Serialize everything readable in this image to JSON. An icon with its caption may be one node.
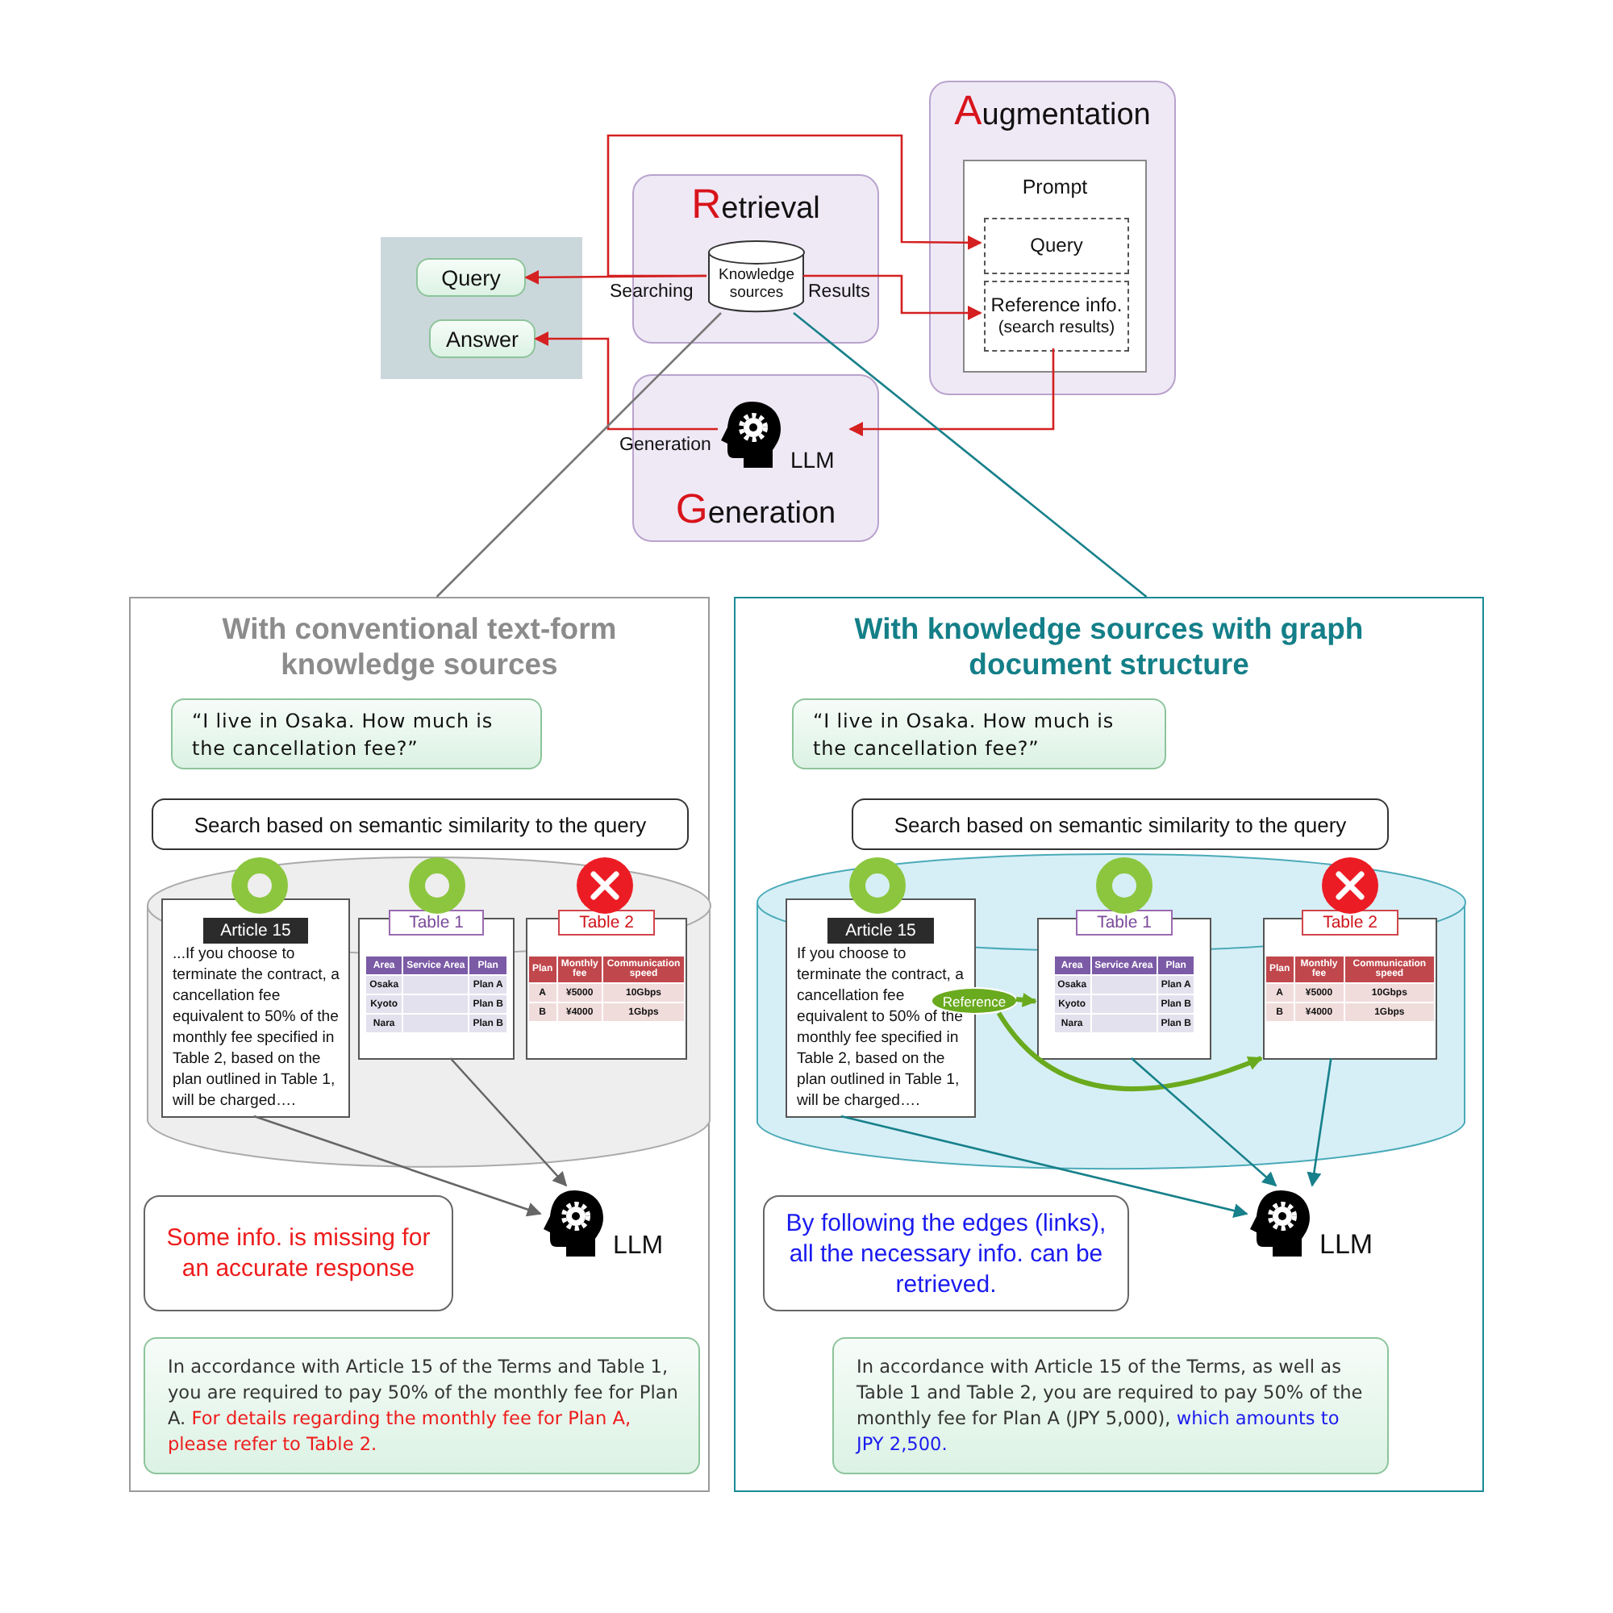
{
  "diagram": {
    "nodes": [
      {
        "text": [
          "Retrieval"
        ]
      },
      {
        "text": [
          "Knowledge sources"
        ],
        "in": 0
      },
      {
        "text": [
          "Augmentation"
        ]
      },
      {
        "text": [
          "Prompt"
        ],
        "in": 2
      },
      {
        "text": [
          "Query"
        ],
        "in": 3
      },
      {
        "text": [
          "Reference info.",
          "(search results)"
        ],
        "in": 3
      },
      {
        "text": [
          "Generation"
        ]
      },
      {
        "text": [
          "LLM"
        ],
        "in": 6
      },
      {
        "text": [
          "Query"
        ]
      },
      {
        "text": [
          "Answer"
        ]
      },
      {
        "text": [
          "With conventional text-form knowledge sources"
        ]
      },
      {
        "text": [
          "“I live in Osaka. How much is the cancellation fee?”"
        ],
        "in": 10
      },
      {
        "text": [
          "Search based on semantic similarity to the query"
        ],
        "in": 10
      },
      {
        "text": [],
        "shape": "cylinder",
        "in": 10
      },
      {
        "text": [
          "Article 15",
          "...If you choose to terminate the contract, a cancellation fee equivalent to 50% of the monthly fee specified in Table 2, based on the plan outlined in Table 1, will be charged…."
        ],
        "in": 13
      },
      {
        "text": [
          "Table 1"
        ],
        "in": 13
      },
      {
        "text": [
          "Table 2"
        ],
        "in": 13
      },
      {
        "text": [
          "LLM"
        ],
        "in": 10
      },
      {
        "text": [
          "Some info. is missing for an accurate response"
        ],
        "in": 10
      },
      {
        "text": [
          "In accordance with Article 15 of the Terms and Table 1, you are required to pay 50% of the monthly fee for Plan A.",
          "For details regarding the monthly fee for Plan A, please refer to Table 2."
        ],
        "in": 10
      },
      {
        "text": [
          "With knowledge sources with graph document structure"
        ]
      },
      {
        "text": [
          "“I live in Osaka. How much is the cancellation fee?”"
        ],
        "in": 20
      },
      {
        "text": [
          "Search based on semantic similarity to the query"
        ],
        "in": 20
      },
      {
        "text": [],
        "shape": "cylinder",
        "in": 20
      },
      {
        "text": [
          "Article 15",
          "If you choose to terminate the contract, a cancellation fee equivalent to 50% of the monthly fee specified in Table 2, based on the plan outlined in Table 1, will be charged…."
        ],
        "in": 23
      },
      {
        "text": [
          "Reference"
        ],
        "in": 23
      },
      {
        "text": [
          "Table 1"
        ],
        "in": 23
      },
      {
        "text": [
          "Table 2"
        ],
        "in": 23
      },
      {
        "text": [
          "LLM"
        ],
        "in": 20
      },
      {
        "text": [
          "By following the edges (links), all the necessary info. can be retrieved."
        ],
        "in": 20
      },
      {
        "text": [
          "In accordance with Article 15 of the Terms, as well as Table 1 and Table 2, you are required to pay 50% of the monthly fee for Plan A (JPY 5,000),",
          "which amounts to JPY 2,500."
        ],
        "in": 20
      }
    ],
    "edges": [
      {
        "from": 1,
        "to": 8,
        "arrow": "to",
        "label": "Searching",
        "color": "#d42020"
      },
      {
        "from": 1,
        "to": 4,
        "arrow": "to",
        "color": "#d42020"
      },
      {
        "from": 1,
        "to": 5,
        "arrow": "to",
        "label": "Results",
        "color": "#d42020"
      },
      {
        "from": 7,
        "to": 9,
        "arrow": "to",
        "label": "Generation",
        "color": "#d42020"
      },
      {
        "from": 5,
        "to": 7,
        "arrow": "to",
        "color": "#d42020"
      },
      {
        "from": 1,
        "to": 10,
        "arrow": "none",
        "color": "#777777"
      },
      {
        "from": 1,
        "to": 20,
        "arrow": "none",
        "color": "#17808a"
      },
      {
        "from": 14,
        "to": 17,
        "arrow": "to",
        "color": "#666666"
      },
      {
        "from": 15,
        "to": 17,
        "arrow": "to",
        "color": "#666666"
      },
      {
        "from": 25,
        "to": 26,
        "arrow": "to",
        "style": "thick",
        "color": "#6aaa1e"
      },
      {
        "from": 25,
        "to": 27,
        "arrow": "to",
        "style": "thick",
        "color": "#6aaa1e"
      },
      {
        "from": 24,
        "to": 28,
        "arrow": "to",
        "color": "#17808a"
      },
      {
        "from": 26,
        "to": 28,
        "arrow": "to",
        "color": "#17808a"
      },
      {
        "from": 27,
        "to": 28,
        "arrow": "to",
        "color": "#17808a"
      }
    ],
    "labels": [
      "Area",
      "Service Area",
      "Plan",
      "Osaka",
      "Plan A",
      "Kyoto",
      "Plan B",
      "Nara",
      "Plan B",
      "Plan",
      "Monthly fee",
      "Communication speed",
      "A",
      "¥5000",
      "10Gbps",
      "B",
      "¥4000",
      "1Gbps",
      "Area",
      "Service Area",
      "Plan",
      "Osaka",
      "Plan A",
      "Kyoto",
      "Plan B",
      "Nara",
      "Plan B",
      "Plan",
      "Monthly fee",
      "Communication speed",
      "A",
      "¥5000",
      "10Gbps",
      "B",
      "¥4000",
      "1Gbps"
    ]
  }
}
